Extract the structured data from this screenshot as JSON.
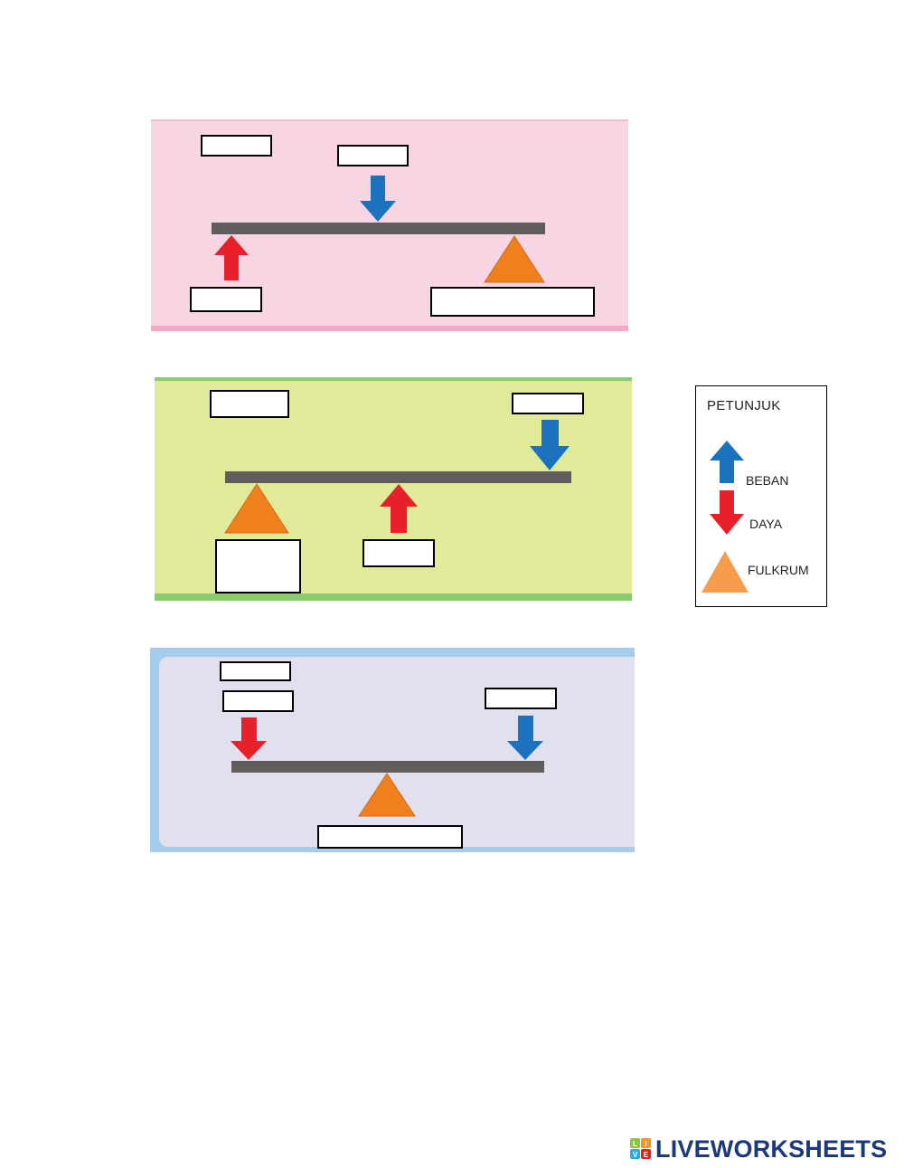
{
  "legend": {
    "title": "PETUNJUK",
    "items": [
      {
        "label": "BEBAN",
        "icon": "blue-arrow-up-icon"
      },
      {
        "label": "DAYA",
        "icon": "red-arrow-down-icon"
      },
      {
        "label": "FULKRUM",
        "icon": "orange-triangle-icon"
      }
    ]
  },
  "colors": {
    "panel1_bg": "#f7d5e3",
    "panel1_edge": "#f3a8c8",
    "panel2_bg": "#e1ea98",
    "panel2_edge": "#8ccb6e",
    "panel3_bg": "#e0e0ef",
    "panel3_edge": "#a6cbeb",
    "beam": "#615d5d",
    "load_arrow": "#1b73bd",
    "effort_arrow": "#e8202a",
    "fulcrum": "#f07f1e",
    "fulcrum_legend": "#f59c4d"
  },
  "answer_boxes": [
    {
      "id": "p1-box-1",
      "value": ""
    },
    {
      "id": "p1-box-2",
      "value": ""
    },
    {
      "id": "p1-box-3",
      "value": ""
    },
    {
      "id": "p1-box-4",
      "value": ""
    },
    {
      "id": "p2-box-1",
      "value": ""
    },
    {
      "id": "p2-box-2",
      "value": ""
    },
    {
      "id": "p2-box-3",
      "value": ""
    },
    {
      "id": "p2-box-4",
      "value": ""
    },
    {
      "id": "p3-box-1",
      "value": ""
    },
    {
      "id": "p3-box-2",
      "value": ""
    },
    {
      "id": "p3-box-3",
      "value": ""
    },
    {
      "id": "p3-box-4",
      "value": ""
    }
  ],
  "footer": {
    "brand": "LIVEWORKSHEETS",
    "brand_mark_letters": [
      "L",
      "I",
      "V",
      "E"
    ]
  }
}
